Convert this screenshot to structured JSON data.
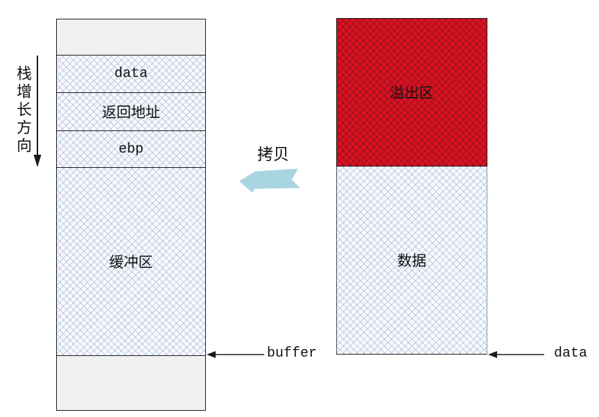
{
  "diagram": {
    "stack_direction_label": "栈增长方向",
    "copy_label": "拷贝",
    "left_stack": {
      "segments": [
        {
          "label": ""
        },
        {
          "label": "data"
        },
        {
          "label": "返回地址"
        },
        {
          "label": "ebp"
        },
        {
          "label": "缓冲区"
        },
        {
          "label": ""
        }
      ],
      "pointer_label": "buffer"
    },
    "right_block": {
      "segments": [
        {
          "label": "溢出区"
        },
        {
          "label": "数据"
        }
      ],
      "pointer_label": "data"
    },
    "colors": {
      "overflow_fill": "#de1119",
      "hatch_light_bg": "#f7f9fc",
      "hatch_light_line": "#92aacd",
      "plain_fill": "#f0f0f0",
      "copy_arrow_fill": "#a9d5e2",
      "border": "#1a1a1a",
      "text": "#111111"
    }
  }
}
